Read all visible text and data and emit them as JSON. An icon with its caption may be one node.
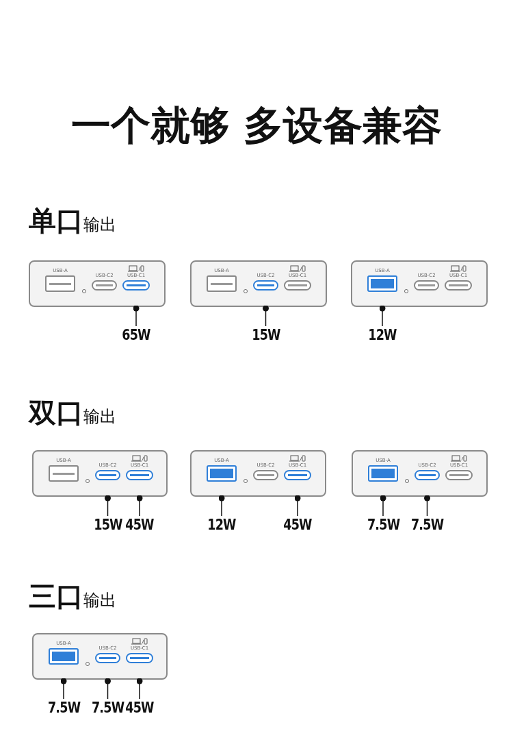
{
  "diagram": {
    "title": "一个就够 多设备兼容",
    "nodes": [
      {
        "text": [],
        "shape": "box"
      },
      {
        "text": [
          "USB-A"
        ],
        "in": 0
      },
      {
        "text": [
          "USB-C2"
        ],
        "in": 0
      },
      {
        "text": [
          "USB-C1"
        ],
        "in": 0
      },
      {
        "text": [
          "65W"
        ]
      },
      {
        "text": [],
        "shape": "box"
      },
      {
        "text": [
          "USB-A"
        ],
        "in": 5
      },
      {
        "text": [
          "USB-C2"
        ],
        "in": 5
      },
      {
        "text": [
          "USB-C1"
        ],
        "in": 5
      },
      {
        "text": [
          "15W"
        ]
      },
      {
        "text": [],
        "shape": "box"
      },
      {
        "text": [
          "USB-A"
        ],
        "in": 10
      },
      {
        "text": [
          "USB-C2"
        ],
        "in": 10
      },
      {
        "text": [
          "USB-C1"
        ],
        "in": 10
      },
      {
        "text": [
          "12W"
        ]
      },
      {
        "text": [],
        "shape": "box"
      },
      {
        "text": [
          "USB-A"
        ],
        "in": 15
      },
      {
        "text": [
          "USB-C2"
        ],
        "in": 15
      },
      {
        "text": [
          "USB-C1"
        ],
        "in": 15
      },
      {
        "text": [
          "15W"
        ]
      },
      {
        "text": [
          "45W"
        ]
      },
      {
        "text": [],
        "shape": "box"
      },
      {
        "text": [
          "USB-A"
        ],
        "in": 21
      },
      {
        "text": [
          "USB-C2"
        ],
        "in": 21
      },
      {
        "text": [
          "USB-C1"
        ],
        "in": 21
      },
      {
        "text": [
          "12W"
        ]
      },
      {
        "text": [
          "45W"
        ]
      },
      {
        "text": [],
        "shape": "box"
      },
      {
        "text": [
          "USB-A"
        ],
        "in": 27
      },
      {
        "text": [
          "USB-C2"
        ],
        "in": 27
      },
      {
        "text": [
          "USB-C1"
        ],
        "in": 27
      },
      {
        "text": [
          "7.5W"
        ]
      },
      {
        "text": [
          "7.5W"
        ]
      },
      {
        "text": [],
        "shape": "box"
      },
      {
        "text": [
          "USB-A"
        ],
        "in": 33
      },
      {
        "text": [
          "USB-C2"
        ],
        "in": 33
      },
      {
        "text": [
          "USB-C1"
        ],
        "in": 33
      },
      {
        "text": [
          "7.5W"
        ]
      },
      {
        "text": [
          "7.5W"
        ]
      },
      {
        "text": [
          "45W"
        ]
      }
    ],
    "edges": [
      {
        "from": 4,
        "to": 3,
        "arrow": "other"
      },
      {
        "from": 9,
        "to": 7,
        "arrow": "other"
      },
      {
        "from": 14,
        "to": 11,
        "arrow": "other"
      },
      {
        "from": 19,
        "to": 17,
        "arrow": "other"
      },
      {
        "from": 20,
        "to": 18,
        "arrow": "other"
      },
      {
        "from": 25,
        "to": 22,
        "arrow": "other"
      },
      {
        "from": 26,
        "to": 24,
        "arrow": "other"
      },
      {
        "from": 31,
        "to": 28,
        "arrow": "other"
      },
      {
        "from": 32,
        "to": 29,
        "arrow": "other"
      },
      {
        "from": 37,
        "to": 34,
        "arrow": "other"
      },
      {
        "from": 38,
        "to": 35,
        "arrow": "other"
      },
      {
        "from": 39,
        "to": 36,
        "arrow": "other"
      }
    ],
    "labels": [
      "**单口**输出",
      "**双口**输出",
      "**三口**输出"
    ]
  }
}
